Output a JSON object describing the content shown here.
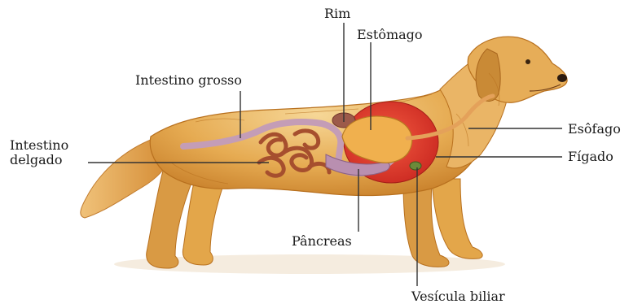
{
  "diagram": {
    "labels": {
      "rim": "Rim",
      "estomago": "Estômago",
      "intestino_grosso": "Intestino grosso",
      "intestino_delgado": "Intestino\ndelgado",
      "esofago": "Esôfago",
      "figado": "Fígado",
      "pancreas": "Pâncreas",
      "vesicula": "Vesícula biliar"
    },
    "colors": {
      "fur": "#e3a64a",
      "fur_light": "#f3cf8a",
      "fur_dark": "#b8701e",
      "liver": "#e23a2e",
      "stomach": "#f0b04e",
      "intestine": "#b45a3a",
      "colon": "#c49db6",
      "pancreas": "#b98fb0",
      "leader": "#333333"
    }
  }
}
